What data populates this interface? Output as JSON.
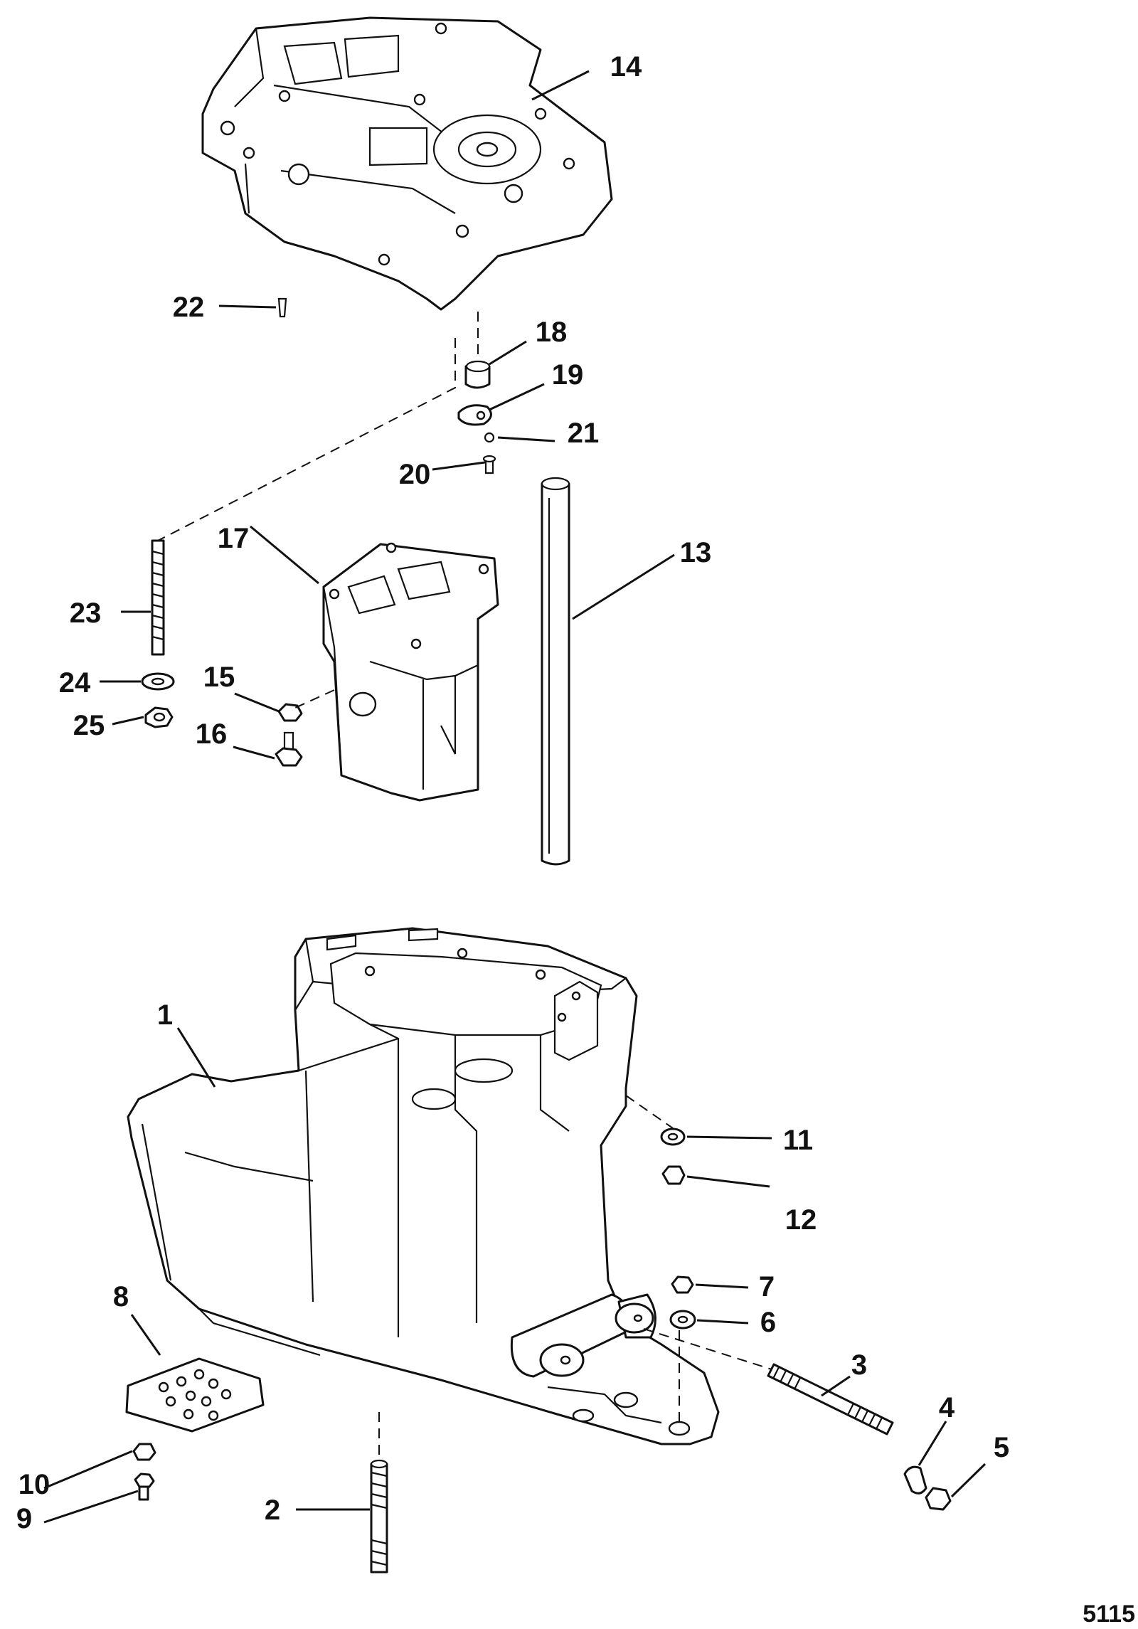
{
  "callouts": [
    "1",
    "2",
    "3",
    "4",
    "5",
    "6",
    "7",
    "8",
    "9",
    "10",
    "11",
    "12",
    "13",
    "14",
    "15",
    "16",
    "17",
    "18",
    "19",
    "20",
    "21",
    "22",
    "23",
    "24",
    "25"
  ],
  "figure_id": "5115"
}
